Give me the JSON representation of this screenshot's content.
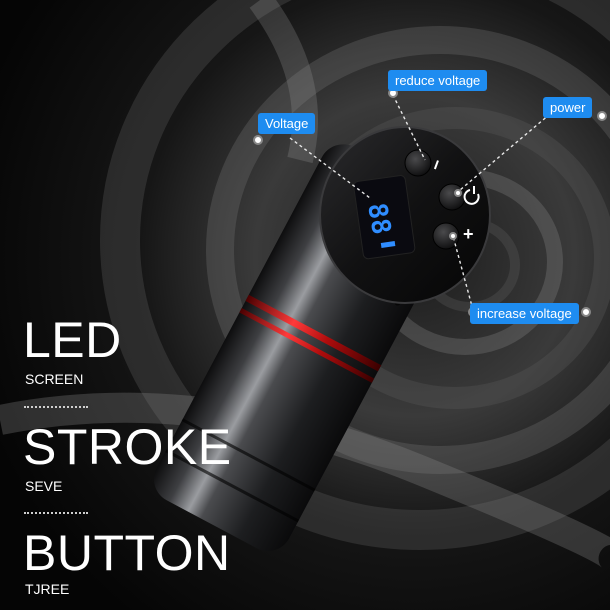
{
  "callouts": {
    "voltage": "Voltage",
    "reduce_voltage": "reduce voltage",
    "power": "power",
    "increase_voltage": "increase voltage"
  },
  "display": {
    "digits": "88"
  },
  "features": [
    {
      "title": "LED",
      "subtitle": "SCREEN"
    },
    {
      "title": "STROKE",
      "subtitle": "SEVE"
    },
    {
      "title": "BUTTON",
      "subtitle": "TJREE"
    }
  ],
  "colors": {
    "callout_blue": "#1e8cf0",
    "display_blue": "#2f8dff",
    "accent_red": "#c21414",
    "body_metal": "#2a2a2c"
  },
  "buttons": {
    "minus_symbol": "−",
    "plus_symbol": "+"
  }
}
